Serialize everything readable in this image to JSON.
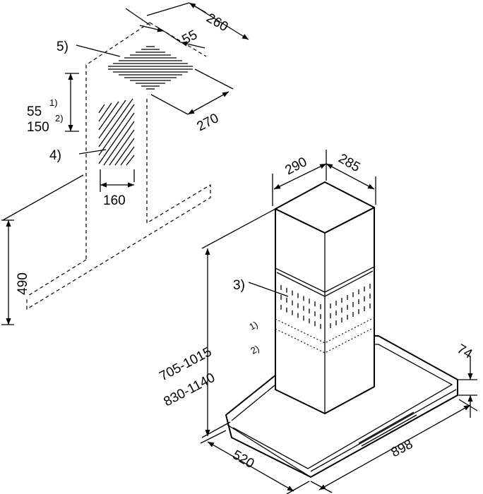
{
  "dimensions": {
    "top_width": "260",
    "top_offset": "55",
    "top_depth": "270",
    "vent_height_1": "55",
    "vent_height_2": "150",
    "vent_width": "160",
    "wall_height": "490",
    "chimney_width": "290",
    "chimney_depth": "285",
    "height_range_1": "705-1015",
    "height_range_2": "830-1140",
    "canopy_height": "74",
    "canopy_width": "898",
    "canopy_depth": "520"
  },
  "callouts": {
    "c3": "3)",
    "c4": "4)",
    "c5": "5)",
    "note_1": "1)",
    "note_2": "2)"
  }
}
